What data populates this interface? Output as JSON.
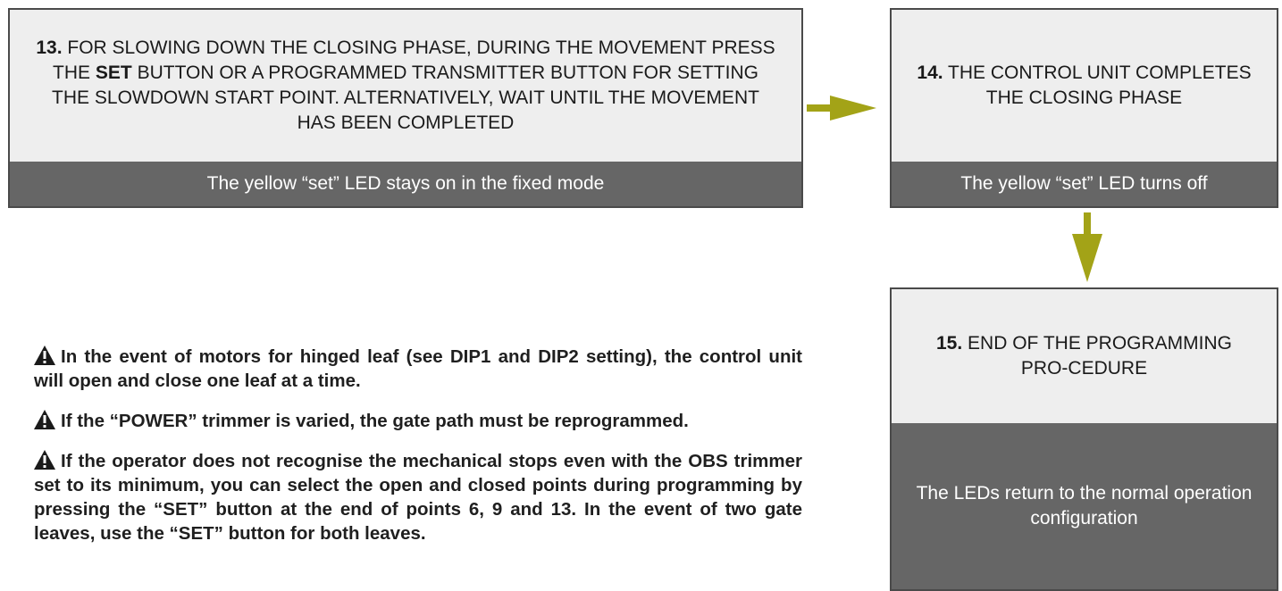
{
  "step13": {
    "number": "13.",
    "text_before": " FOR SLOWING DOWN THE CLOSING PHASE, DURING THE MOVEMENT PRESS THE ",
    "keyword": "SET",
    "text_after": " BUTTON OR A PROGRAMMED TRANSMITTER BUTTON FOR SETTING THE SLOWDOWN START POINT. ALTERNATIVELY, WAIT UNTIL THE MOVEMENT HAS BEEN COMPLETED",
    "status": "The yellow “set” LED stays on in the fixed mode"
  },
  "step14": {
    "number": "14.",
    "text": " THE CONTROL UNIT COMPLETES THE CLOSING PHASE",
    "status": "The yellow “set” LED turns off"
  },
  "step15": {
    "number": "15.",
    "text": " END OF THE PROGRAMMING PRO-CEDURE",
    "status": "The LEDs return to the normal operation configuration"
  },
  "notes": [
    "In the event of motors for hinged leaf (see DIP1 and DIP2 setting), the control unit will open and close one leaf at a time.",
    "If the “POWER” trimmer is varied, the gate path must be reprogrammed.",
    "If the operator does not recognise the mechanical stops even with the OBS trimmer set to its minimum, you can select the open and closed points during programming by pressing the “SET” button at the end of points 6, 9 and 13. In the event of two gate leaves, use the “SET” button for both leaves."
  ],
  "icons": {
    "warning": "warning-triangle-icon",
    "arrow": "arrow-icon"
  },
  "colors": {
    "arrow": "#a3a317",
    "box_fill": "#eeeeee",
    "status_fill": "#666666",
    "border": "#4a4a4a"
  }
}
